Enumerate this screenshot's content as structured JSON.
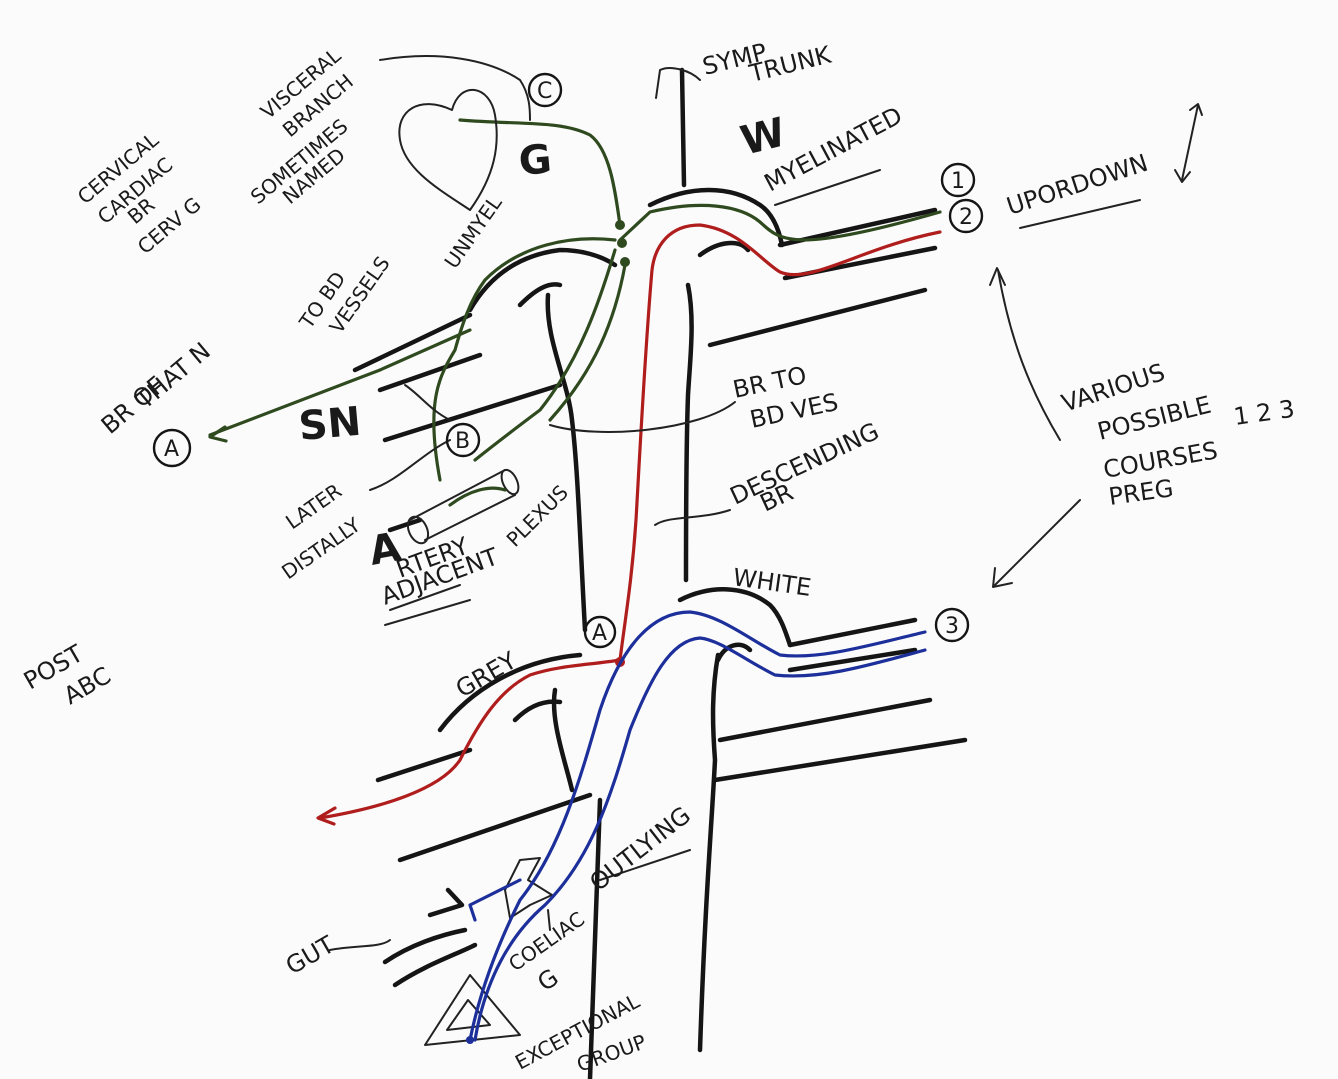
{
  "colors": {
    "ink": "#151515",
    "green_fibre": "#2f4a1f",
    "red_fibre": "#b01d1d",
    "blue_fibre": "#1c2f9a",
    "paper": "#fbfbfb"
  },
  "labels": {
    "symp_trunk_1": "SYMP",
    "symp_trunk_2": "TRUNK",
    "myelinated": "MYELINATED",
    "w_mark": "W",
    "up_or_down": "UPORDOWN",
    "circle_1": "1",
    "circle_2": "2",
    "circle_3": "3",
    "circle_c": "C",
    "letter_g": "G",
    "visceral_1": "VISCERAL",
    "visceral_2": "BRANCH",
    "visceral_3": "SOMETIMES",
    "visceral_4": "NAMED",
    "cervical_1": "CERVICAL",
    "cervical_2": "CARDIAC",
    "cervical_3": "BR",
    "cervical_4": "CERV G",
    "unmyel": "UNMYEL",
    "to_bd_1": "TO BD",
    "to_bd_2": "VESSELS",
    "br_of_1": "BR OF",
    "br_of_2": "THAT N",
    "circle_a_left": "A",
    "sn": "SN",
    "circle_b": "B",
    "later_1": "LATER",
    "later_2": "DISTALLY",
    "artery_a": "A",
    "artery_rest": "RTERY",
    "plexus": "PLEXUS",
    "adjacent": "ADJACENT",
    "br_to_bd_1": "BR TO",
    "br_to_bd_2": "BD VES",
    "descending_1": "DESCENDING",
    "descending_2": "BR",
    "various_1": "VARIOUS",
    "various_2": "POSSIBLE",
    "various_3": "1 2 3",
    "various_4": "COURSES",
    "various_5": "PREG",
    "white": "WHITE",
    "circle_a_mid": "A",
    "grey": "GREY",
    "post_1": "POST",
    "post_2": "ABC",
    "outlying": "OUTLYING",
    "gut": "GUT",
    "coeliac_1": "COELIAC",
    "coeliac_2": "G",
    "exceptional_1": "EXCEPTIONAL",
    "exceptional_2": "GROUP"
  }
}
